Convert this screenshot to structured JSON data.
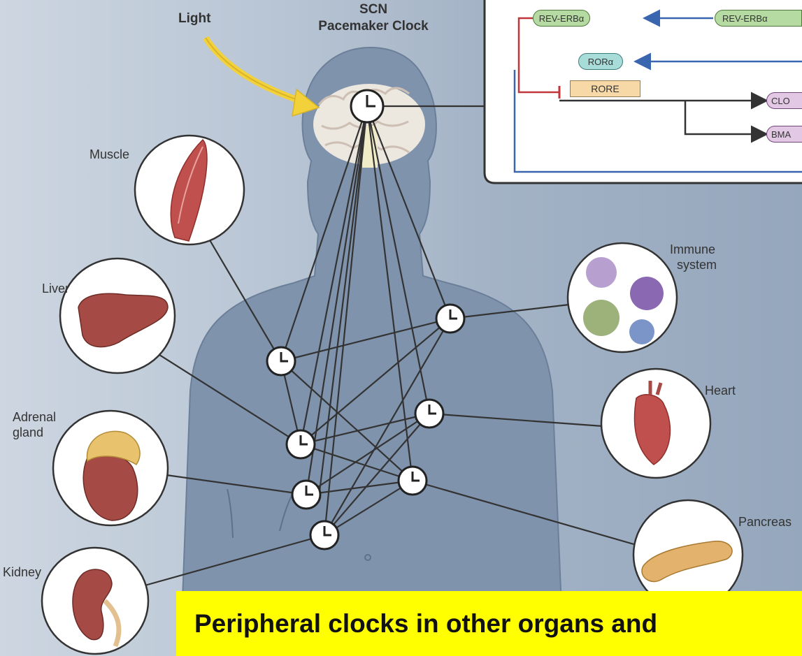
{
  "labels": {
    "light": "Light",
    "scn_line1": "SCN",
    "scn_line2": "Pacemaker Clock",
    "muscle": "Muscle",
    "liver": "Liver",
    "adrenal_line1": "Adrenal",
    "adrenal_line2": "gland",
    "kidney": "Kidney",
    "immune_line1": "Immune",
    "immune_line2": "system",
    "heart": "Heart",
    "pancreas": "Pancreas"
  },
  "inset": {
    "rev_erb_1": "REV-ERBα",
    "rev_erb_2": "REV-ERBα",
    "ror": "RORα",
    "rore": "RORE",
    "clock_partial": "CLO",
    "bmal_partial": "BMA"
  },
  "banner": {
    "text": "Peripheral clocks in other organs and"
  },
  "colors": {
    "banner_bg": "#ffff00",
    "light_arrow": "#f2d13a",
    "repression": "#c0363a",
    "activation": "#3a66b0",
    "rev_erb_pill": "#b5dba2",
    "ror_pill": "#a8dcd9",
    "rore_box": "#f6d9a6",
    "clock_pill": "#e3c8e6"
  }
}
